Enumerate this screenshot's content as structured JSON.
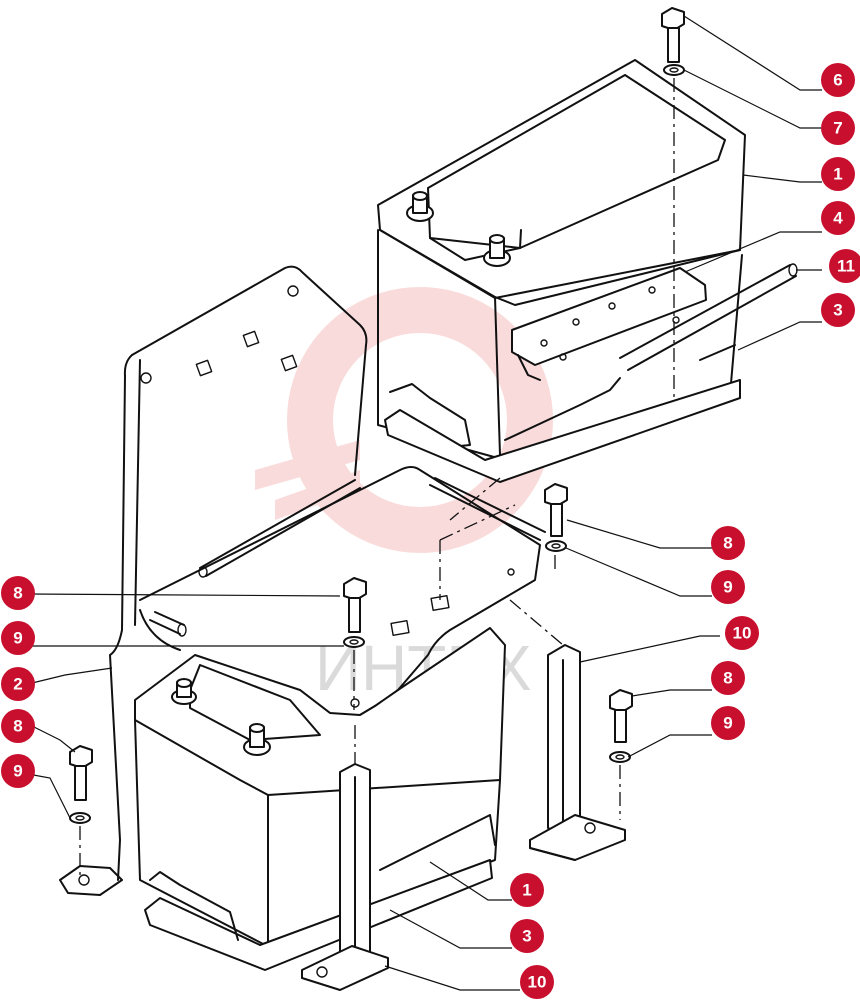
{
  "watermark": {
    "text": "ИНТЕХ",
    "color": "#f08080"
  },
  "badge_color": "#c8102e",
  "callouts": [
    {
      "id": "c1",
      "label": "6"
    },
    {
      "id": "c2",
      "label": "7"
    },
    {
      "id": "c3",
      "label": "1"
    },
    {
      "id": "c4",
      "label": "4"
    },
    {
      "id": "c5",
      "label": "11"
    },
    {
      "id": "c6",
      "label": "3"
    },
    {
      "id": "c7",
      "label": "8"
    },
    {
      "id": "c8",
      "label": "9"
    },
    {
      "id": "c9",
      "label": "10"
    },
    {
      "id": "c10",
      "label": "8"
    },
    {
      "id": "c11",
      "label": "9"
    },
    {
      "id": "c12",
      "label": "8"
    },
    {
      "id": "c13",
      "label": "9"
    },
    {
      "id": "c14",
      "label": "2"
    },
    {
      "id": "c15",
      "label": "8"
    },
    {
      "id": "c16",
      "label": "9"
    },
    {
      "id": "c17",
      "label": "1"
    },
    {
      "id": "c18",
      "label": "3"
    },
    {
      "id": "c19",
      "label": "10"
    }
  ]
}
